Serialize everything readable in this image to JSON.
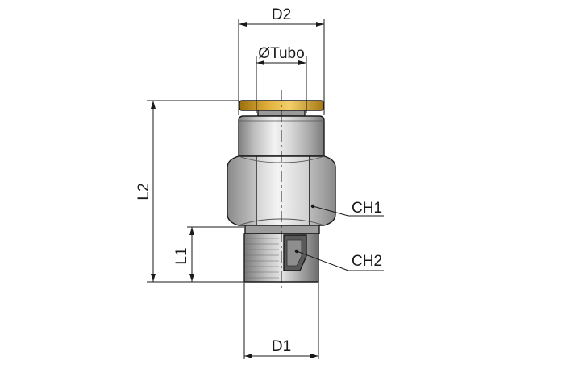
{
  "labels": {
    "d2": "D2",
    "tube": "ØTubo",
    "l2": "L2",
    "l1": "L1",
    "d1": "D1",
    "ch1": "CH1",
    "ch2": "CH2"
  },
  "colors": {
    "brass": "#c9961e",
    "steel_light": "#e8e8e8",
    "steel_dark": "#8c8c8c",
    "line": "#1a1a1a"
  }
}
